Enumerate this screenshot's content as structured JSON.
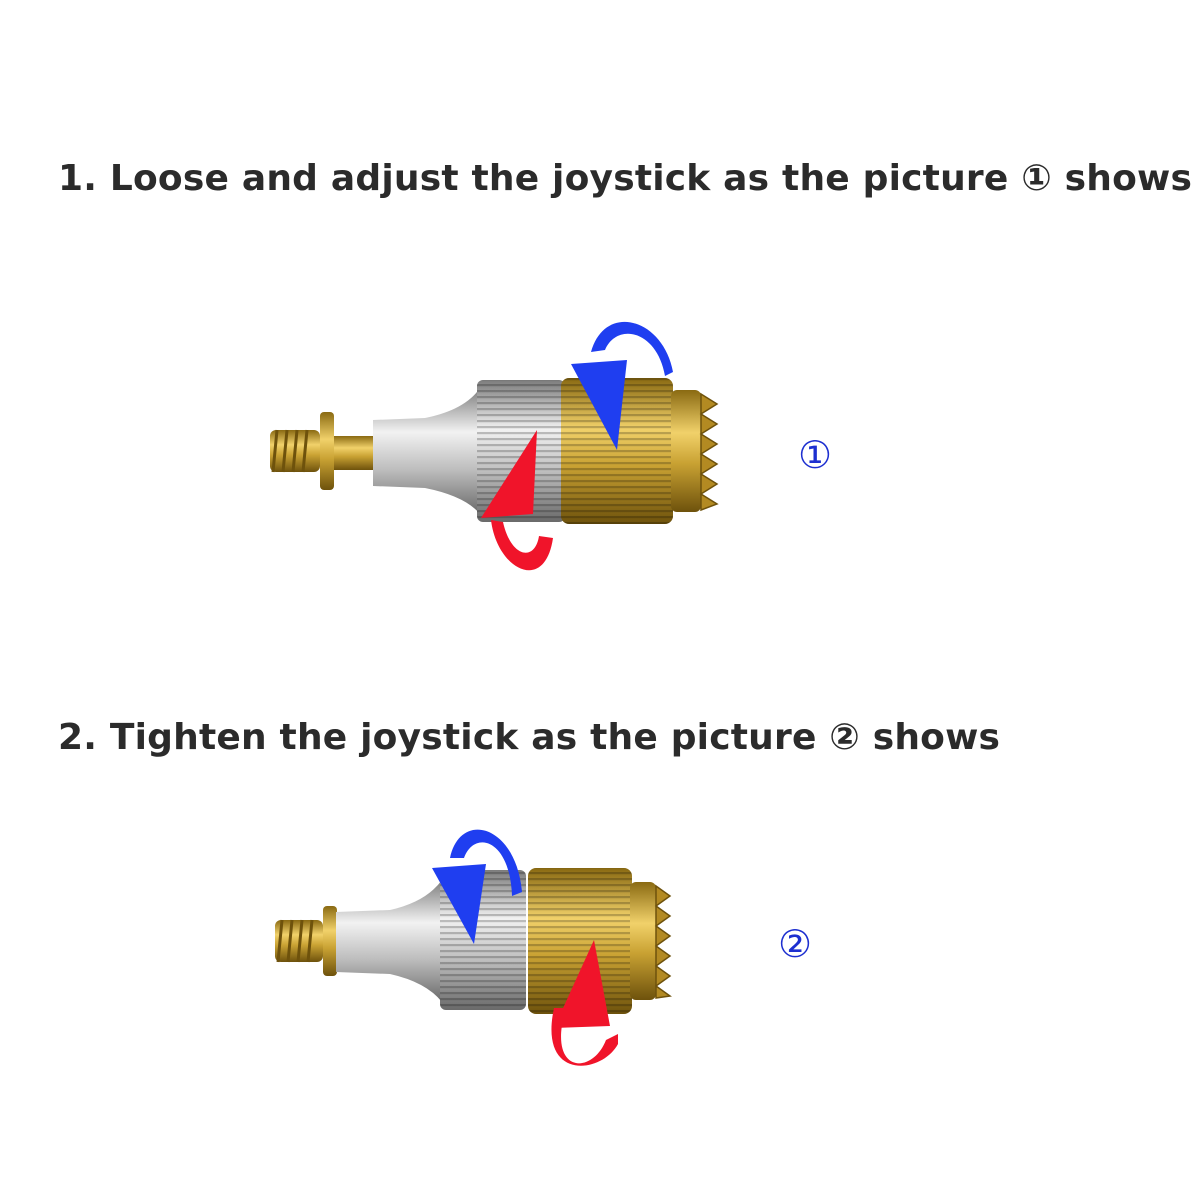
{
  "steps": [
    {
      "title": "1. Loose and adjust the joystick as the picture ① shows",
      "marker": "①",
      "arrows": {
        "upper": "blue",
        "lower": "red"
      }
    },
    {
      "title": "2. Tighten the joystick as the picture ②  shows",
      "marker": "②",
      "arrows": {
        "upper": "blue",
        "lower": "red"
      }
    }
  ],
  "colors": {
    "title_text": "#2b2b2b",
    "marker": "#1d2fd0",
    "arrow_blue": "#1f3ef0",
    "arrow_red": "#f0142a",
    "gold": "#c9a233",
    "silver": "#c9c9c9"
  }
}
